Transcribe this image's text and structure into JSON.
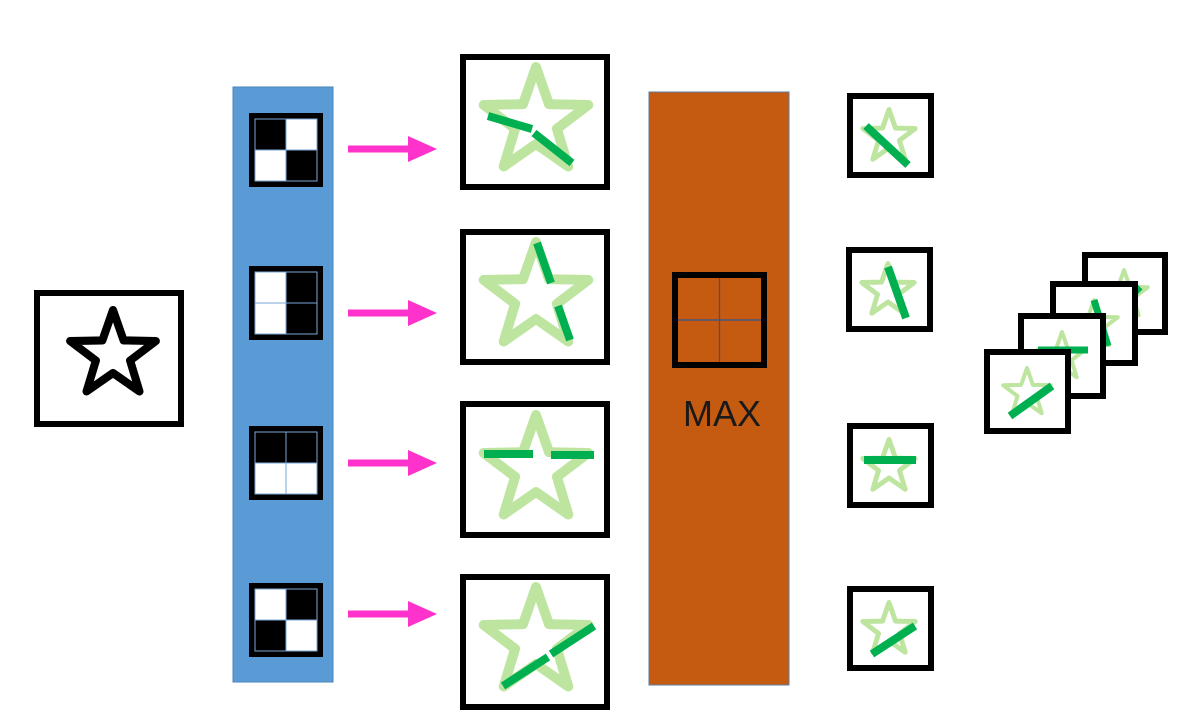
{
  "diagram": {
    "pool_label": "MAX",
    "colors": {
      "filter_panel": "#5b9bd5",
      "pool_panel": "#c55a11",
      "arrow": "#ff33cc",
      "star_light": "#bde5a0",
      "edge_dark": "#00b050",
      "outline": "#000000"
    },
    "filters": [
      {
        "id": "diagonal-down",
        "cells": [
          1,
          0,
          0,
          1
        ]
      },
      {
        "id": "vertical",
        "cells": [
          0,
          1,
          0,
          1
        ]
      },
      {
        "id": "horizontal",
        "cells": [
          1,
          1,
          0,
          0
        ]
      },
      {
        "id": "diagonal-up",
        "cells": [
          0,
          1,
          1,
          0
        ]
      }
    ]
  }
}
